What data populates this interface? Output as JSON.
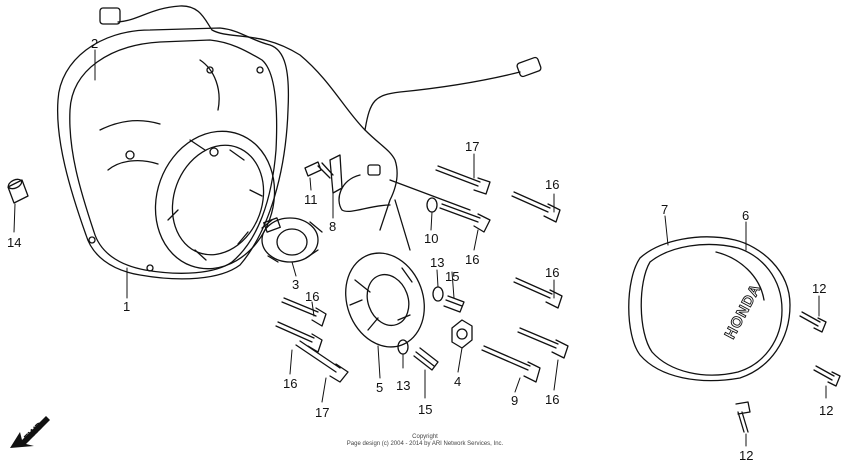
{
  "callouts": {
    "c1": "1",
    "c2": "2",
    "c3": "3",
    "c4": "4",
    "c5": "5",
    "c6": "6",
    "c7": "7",
    "c8": "8",
    "c9": "9",
    "c10": "10",
    "c11": "11",
    "c12a": "12",
    "c12b": "12",
    "c12c": "12",
    "c13a": "13",
    "c13b": "13",
    "c14": "14",
    "c15a": "15",
    "c15b": "15",
    "c16a": "16",
    "c16b": "16",
    "c16c": "16",
    "c16d": "16",
    "c16e": "16",
    "c16f": "16",
    "c17a": "17",
    "c17b": "17"
  },
  "cover_brand": "HONDA",
  "fwd_label": "FWD",
  "copyright": {
    "line1": "Copyright",
    "line2": "Page design (c) 2004 - 2014 by ARI Network Services, Inc."
  }
}
